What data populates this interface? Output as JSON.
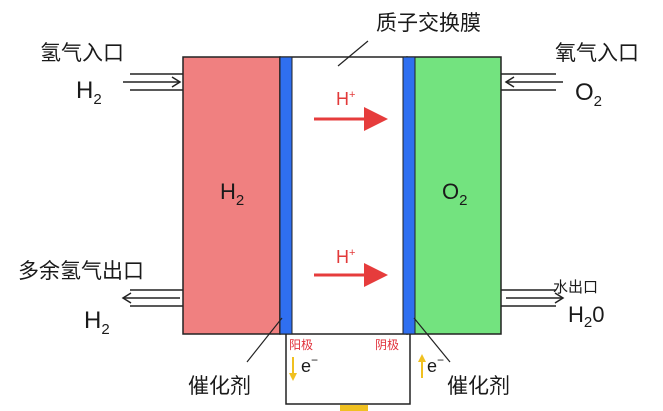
{
  "labels": {
    "membrane": "质子交换膜",
    "h2_inlet": "氢气入口",
    "o2_inlet": "氧气入口",
    "excess_h2_outlet": "多余氢气出口",
    "water_outlet": "水出口",
    "catalyst_left": "催化剂",
    "catalyst_right": "催化剂",
    "anode": "阳极",
    "cathode": "阴极"
  },
  "chem": {
    "h2_inlet": {
      "base": "H",
      "sub": "2"
    },
    "o2_inlet": {
      "base": "O",
      "sub": "2"
    },
    "h2_chamber": {
      "base": "H",
      "sub": "2"
    },
    "o2_chamber": {
      "base": "O",
      "sub": "2"
    },
    "h2_outlet": {
      "base": "H",
      "sub": "2"
    },
    "water_outlet": {
      "base": "H",
      "sub": "2",
      "tail": "0"
    },
    "proton_top": {
      "base": "H",
      "sup": "+"
    },
    "proton_bottom": {
      "base": "H",
      "sup": "+"
    },
    "electron_left": {
      "base": "e",
      "sup": "−"
    },
    "electron_right": {
      "base": "e",
      "sup": "−"
    }
  },
  "colors": {
    "anode_chamber": "#f08080",
    "cathode_chamber": "#73e37f",
    "electrode": "#2f6ff0",
    "proton_arrow": "#e63c3c",
    "electron_arrow": "#f0c020",
    "pole_text": "#e0303a"
  }
}
